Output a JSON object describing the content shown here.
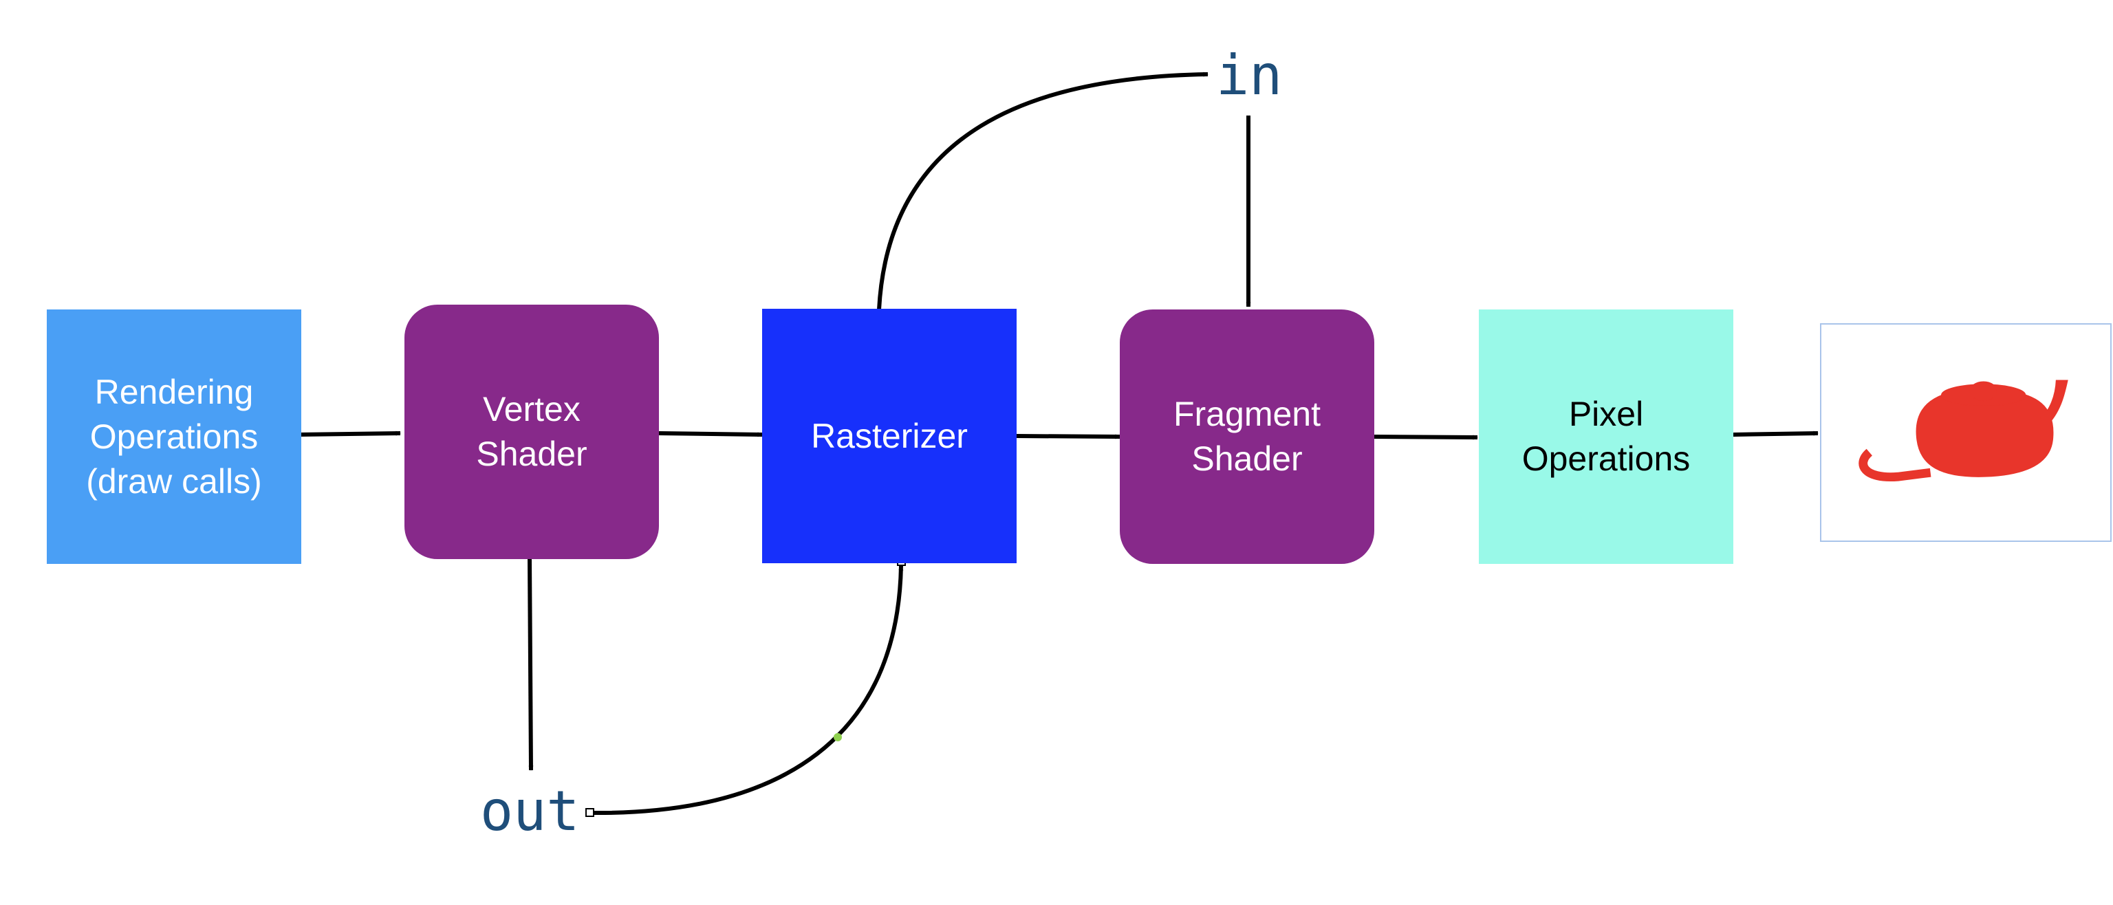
{
  "nodes": {
    "rendering_operations": {
      "label": "Rendering\nOperations\n(draw calls)",
      "color": "#4a9ff5",
      "text_color": "#ffffff"
    },
    "vertex_shader": {
      "label": "Vertex\nShader",
      "color": "#87298a",
      "text_color": "#ffffff"
    },
    "rasterizer": {
      "label": "Rasterizer",
      "color": "#1730fb",
      "text_color": "#ffffff"
    },
    "fragment_shader": {
      "label": "Fragment\nShader",
      "color": "#87298a",
      "text_color": "#ffffff"
    },
    "pixel_operations": {
      "label": "Pixel\nOperations",
      "color": "#99f9e8",
      "text_color": "#000000"
    }
  },
  "variables": {
    "in": "in",
    "out": "out"
  },
  "output": {
    "icon": "teapot-icon",
    "color": "#e8352b"
  },
  "edge_color": "#000000"
}
